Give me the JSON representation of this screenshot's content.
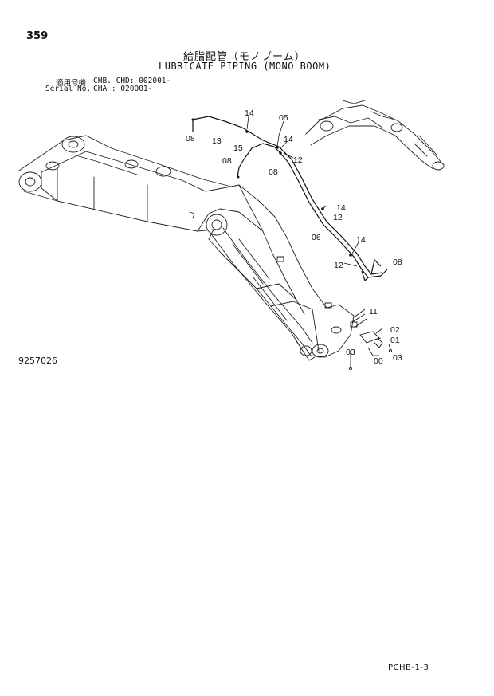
{
  "page": {
    "number": "359",
    "title_jp": "給脂配管（モノブーム）",
    "title_en": "LUBRICATE PIPING (MONO BOOM)",
    "applicability": [
      {
        "label": "適用号機",
        "value": "CHB. CHD: 002001-"
      },
      {
        "label": "Serial No.",
        "value": "CHA      : 020001-"
      }
    ],
    "drawing_number": "9257026",
    "page_code": "PCHB-1-3"
  },
  "callouts": {
    "c14a": "14",
    "c05": "05",
    "c08a": "08",
    "c13": "13",
    "c15": "15",
    "c14b": "14",
    "c08b": "08",
    "c08c": "08",
    "c12a": "12",
    "c14c": "14",
    "c12b": "12",
    "c06": "06",
    "c14d": "14",
    "c12c": "12",
    "c08d": "08",
    "c11": "11",
    "c02": "02",
    "c01": "01",
    "c03a": "03",
    "c00": "00",
    "c03b": "03"
  }
}
